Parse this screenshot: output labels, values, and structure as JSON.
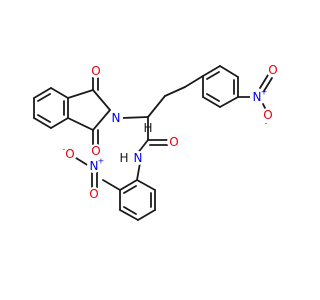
{
  "molecule": {
    "colors": {
      "bond": "#1a1a1a",
      "carbon": "#1a1a1a",
      "oxygen": "#e8000b",
      "nitrogen": "#0000ee",
      "hydrogen": "#1a1a1a"
    },
    "labels": {
      "imide_o_top": "O",
      "imide_o_bottom": "O",
      "imide_n": "N",
      "alpha_h": "H",
      "amide_o": "O",
      "amide_nh": "H",
      "amide_n": "N",
      "nitro1_n": "N",
      "nitro1_charge": "+",
      "nitro1_o_dbl": "O",
      "nitro1_o_neg": "O",
      "nitro1_o_charge": "-",
      "nitro2_n": "N",
      "nitro2_charge": "+",
      "nitro2_o_dbl": "O",
      "nitro2_o_neg": "O",
      "nitro2_o_charge": "-"
    }
  }
}
